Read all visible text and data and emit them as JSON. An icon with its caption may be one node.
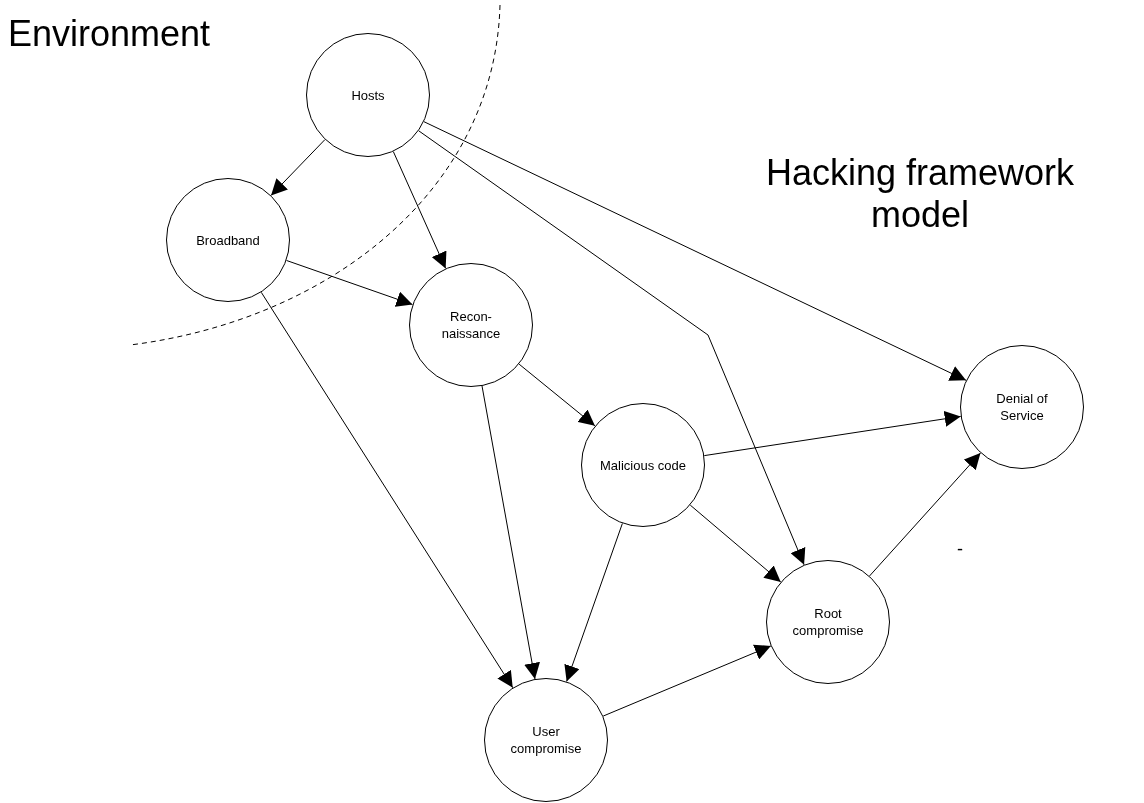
{
  "diagram": {
    "title": "Hacking framework model",
    "nodes": [
      {
        "text": [
          "Hosts"
        ]
      },
      {
        "text": [
          "Broadband"
        ]
      },
      {
        "text": [
          "Recon- naissance"
        ]
      },
      {
        "text": [
          "Malicious code"
        ]
      },
      {
        "text": [
          "Root compromise"
        ]
      },
      {
        "text": [
          "Denial of Service"
        ]
      },
      {
        "text": [
          "User compromise"
        ]
      }
    ],
    "edges": [
      {
        "from": 0,
        "to": 1,
        "arrow": "to"
      },
      {
        "from": 0,
        "to": 2,
        "arrow": "to"
      },
      {
        "from": 0,
        "to": 5,
        "arrow": "to"
      },
      {
        "from": 0,
        "to": 4,
        "arrow": "to"
      },
      {
        "from": 1,
        "to": 2,
        "arrow": "to"
      },
      {
        "from": 1,
        "to": 6,
        "arrow": "to"
      },
      {
        "from": 2,
        "to": 3,
        "arrow": "to"
      },
      {
        "from": 2,
        "to": 6,
        "arrow": "to"
      },
      {
        "from": 3,
        "to": 5,
        "arrow": "to"
      },
      {
        "from": 3,
        "to": 4,
        "arrow": "to"
      },
      {
        "from": 3,
        "to": 6,
        "arrow": "to"
      },
      {
        "from": 6,
        "to": 4,
        "arrow": "to"
      },
      {
        "from": 4,
        "to": 5,
        "arrow": "to"
      }
    ],
    "labels": [
      "Environment",
      "-"
    ]
  }
}
